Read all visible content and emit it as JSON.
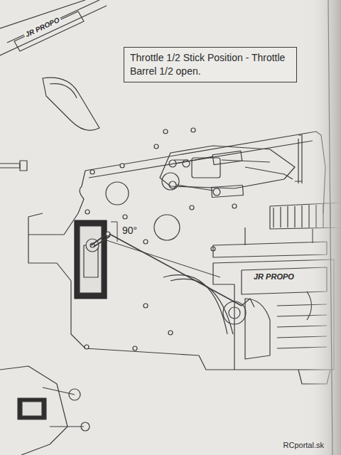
{
  "diagram": {
    "nodes": [
      {
        "text": [
          "Throttle 1/2 Stick Position - Throttle Barrel 1/2 open."
        ]
      }
    ],
    "labels": [
      "90°",
      "JR PROPO",
      "JR PROPO",
      "RCportal.sk"
    ]
  }
}
